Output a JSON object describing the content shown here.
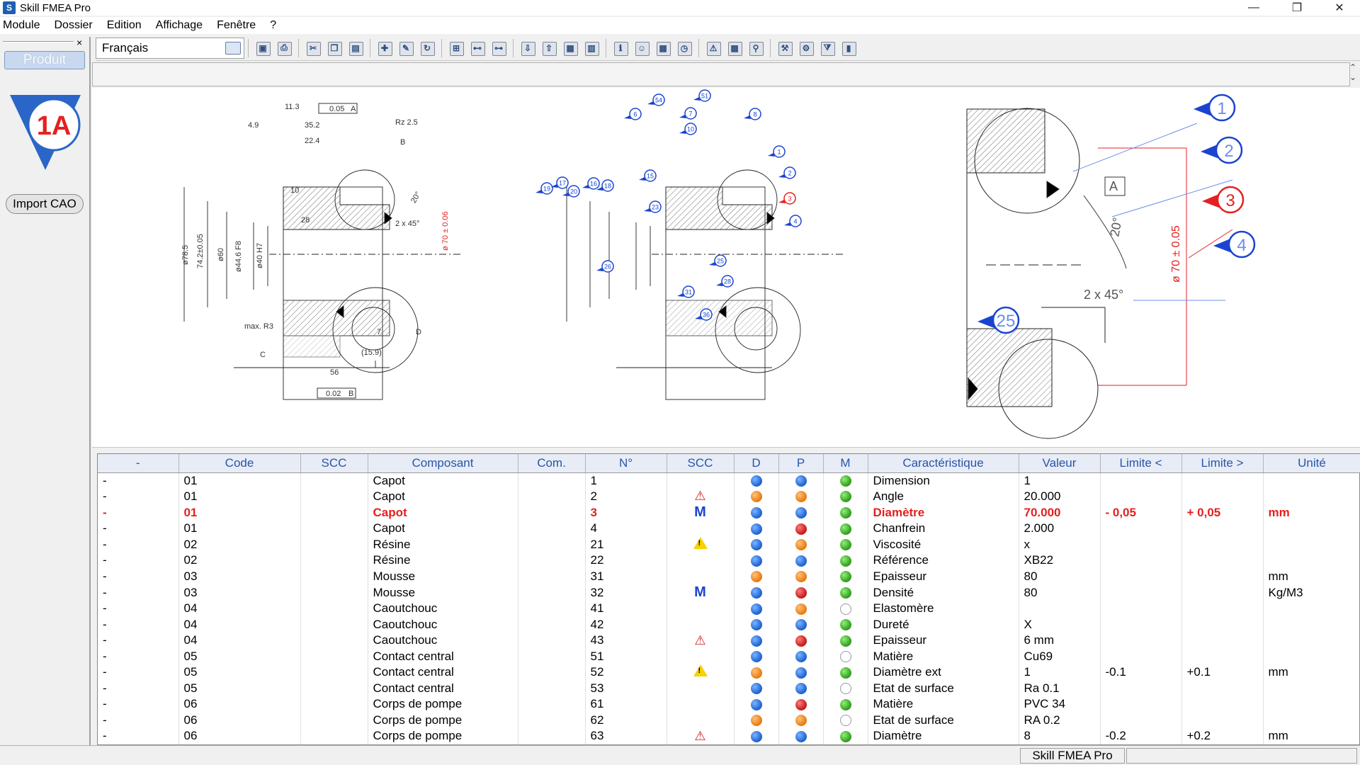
{
  "window": {
    "title": "Skill FMEA Pro",
    "icon": "S",
    "min": "—",
    "max": "❐",
    "close": "✕"
  },
  "menu": [
    {
      "label": "Module",
      "name": "menu-module"
    },
    {
      "label": "Dossier",
      "name": "menu-dossier"
    },
    {
      "label": "Edition",
      "name": "menu-edition"
    },
    {
      "label": "Affichage",
      "name": "menu-affichage"
    },
    {
      "label": "Fenêtre",
      "name": "menu-fenetre"
    },
    {
      "label": "?",
      "name": "menu-help"
    }
  ],
  "toolbar": {
    "language": "Français"
  },
  "left_panel": {
    "tab": "Produit",
    "logo": "1A",
    "import_button": "Import CAO",
    "close": "×"
  },
  "drawing_labels": {
    "dims": [
      "11.3",
      "0.05",
      "A",
      "Rz 2.5",
      "4.9",
      "35.2",
      "22.4",
      "B",
      "10",
      "28",
      "2 x 45°",
      "20°",
      "ø 70 ± 0.06",
      "ø78.5",
      "74.2±0.05",
      "ø60",
      "ø44.6 F8",
      "ø40 H7",
      "max. R3",
      "C",
      "D",
      "7",
      "(15.9)",
      "56",
      "0.02",
      "B"
    ],
    "balloons_mid": [
      "6",
      "54",
      "51",
      "7",
      "8",
      "10",
      "1",
      "2",
      "3",
      "4",
      "15",
      "19",
      "17",
      "20",
      "16",
      "18",
      "23",
      "26",
      "25",
      "28",
      "31",
      "36"
    ],
    "zoom": {
      "balloons": [
        "1",
        "2",
        "3",
        "4",
        "25"
      ],
      "A": "A",
      "angle": "20°",
      "chamfer": "2 x 45°",
      "dia": "ø 70 ± 0.05"
    }
  },
  "grid": {
    "columns": [
      "-",
      "Code",
      "SCC",
      "Composant",
      "Com.",
      "N°",
      "SCC",
      "D",
      "P",
      "M",
      "Caractéristique",
      "Valeur",
      "Limite <",
      "Limite >",
      "Unité"
    ],
    "rows": [
      {
        "dash": "-",
        "code": "01",
        "comp": "Capot",
        "num": "1",
        "scc": "",
        "d": "blue",
        "p": "blue",
        "m": "green",
        "car": "Dimension",
        "val": "1",
        "lmin": "",
        "lmax": "",
        "unit": "",
        "hl": false
      },
      {
        "dash": "-",
        "code": "01",
        "comp": "Capot",
        "num": "2",
        "scc": "warn-red",
        "d": "orange",
        "p": "orange",
        "m": "green",
        "car": "Angle",
        "val": "20.000",
        "lmin": "",
        "lmax": "",
        "unit": "",
        "hl": false
      },
      {
        "dash": "-",
        "code": "01",
        "comp": "Capot",
        "num": "3",
        "scc": "M",
        "d": "blue",
        "p": "blue",
        "m": "green",
        "car": "Diamètre",
        "val": "70.000",
        "lmin": "- 0,05",
        "lmax": "+ 0,05",
        "unit": "mm",
        "hl": true
      },
      {
        "dash": "-",
        "code": "01",
        "comp": "Capot",
        "num": "4",
        "scc": "",
        "d": "blue",
        "p": "red",
        "m": "green",
        "car": "Chanfrein",
        "val": "2.000",
        "lmin": "",
        "lmax": "",
        "unit": "",
        "hl": false
      },
      {
        "dash": "-",
        "code": "02",
        "comp": "Résine",
        "num": "21",
        "scc": "warn-yel",
        "d": "blue",
        "p": "orange",
        "m": "green",
        "car": "Viscosité",
        "val": "x",
        "lmin": "",
        "lmax": "",
        "unit": "",
        "hl": false
      },
      {
        "dash": "-",
        "code": "02",
        "comp": "Résine",
        "num": "22",
        "scc": "",
        "d": "blue",
        "p": "blue",
        "m": "green",
        "car": "Référence",
        "val": "XB22",
        "lmin": "",
        "lmax": "",
        "unit": "",
        "hl": false
      },
      {
        "dash": "-",
        "code": "03",
        "comp": "Mousse",
        "num": "31",
        "scc": "",
        "d": "orange",
        "p": "orange",
        "m": "green",
        "car": "Epaisseur",
        "val": "80",
        "lmin": "",
        "lmax": "",
        "unit": "mm",
        "hl": false
      },
      {
        "dash": "-",
        "code": "03",
        "comp": "Mousse",
        "num": "32",
        "scc": "M",
        "d": "blue",
        "p": "red",
        "m": "green",
        "car": "Densité",
        "val": "80",
        "lmin": "",
        "lmax": "",
        "unit": "Kg/M3",
        "hl": false
      },
      {
        "dash": "-",
        "code": "04",
        "comp": "Caoutchouc",
        "num": "41",
        "scc": "",
        "d": "blue",
        "p": "orange",
        "m": "empty",
        "car": "Elastomère",
        "val": "",
        "lmin": "",
        "lmax": "",
        "unit": "",
        "hl": false
      },
      {
        "dash": "-",
        "code": "04",
        "comp": "Caoutchouc",
        "num": "42",
        "scc": "",
        "d": "blue",
        "p": "blue",
        "m": "green",
        "car": "Dureté",
        "val": "X",
        "lmin": "",
        "lmax": "",
        "unit": "",
        "hl": false
      },
      {
        "dash": "-",
        "code": "04",
        "comp": "Caoutchouc",
        "num": "43",
        "scc": "warn-red",
        "d": "blue",
        "p": "red",
        "m": "green",
        "car": "Epaisseur",
        "val": "6 mm",
        "lmin": "",
        "lmax": "",
        "unit": "",
        "hl": false
      },
      {
        "dash": "-",
        "code": "05",
        "comp": "Contact central",
        "num": "51",
        "scc": "",
        "d": "blue",
        "p": "blue",
        "m": "empty",
        "car": "Matière",
        "val": "Cu69",
        "lmin": "",
        "lmax": "",
        "unit": "",
        "hl": false
      },
      {
        "dash": "-",
        "code": "05",
        "comp": "Contact central",
        "num": "52",
        "scc": "warn-yel",
        "d": "orange",
        "p": "blue",
        "m": "green",
        "car": "Diamètre ext",
        "val": "1",
        "lmin": "-0.1",
        "lmax": "+0.1",
        "unit": "mm",
        "hl": false
      },
      {
        "dash": "-",
        "code": "05",
        "comp": "Contact central",
        "num": "53",
        "scc": "",
        "d": "blue",
        "p": "blue",
        "m": "empty",
        "car": "Etat de surface",
        "val": "Ra 0.1",
        "lmin": "",
        "lmax": "",
        "unit": "",
        "hl": false
      },
      {
        "dash": "-",
        "code": "06",
        "comp": "Corps de pompe",
        "num": "61",
        "scc": "",
        "d": "blue",
        "p": "red",
        "m": "green",
        "car": "Matière",
        "val": "PVC 34",
        "lmin": "",
        "lmax": "",
        "unit": "",
        "hl": false
      },
      {
        "dash": "-",
        "code": "06",
        "comp": "Corps de pompe",
        "num": "62",
        "scc": "",
        "d": "orange",
        "p": "orange",
        "m": "empty",
        "car": "Etat de surface",
        "val": "RA 0.2",
        "lmin": "",
        "lmax": "",
        "unit": "",
        "hl": false
      },
      {
        "dash": "-",
        "code": "06",
        "comp": "Corps de pompe",
        "num": "63",
        "scc": "warn-red",
        "d": "blue",
        "p": "blue",
        "m": "green",
        "car": "Diamètre",
        "val": "8",
        "lmin": "-0.2",
        "lmax": "+0.2",
        "unit": "mm",
        "hl": false
      }
    ]
  },
  "status": {
    "app": "Skill FMEA Pro"
  },
  "colors": {
    "accent": "#1a44d0",
    "highlight": "#e52020",
    "header_text": "#2a55a8"
  }
}
